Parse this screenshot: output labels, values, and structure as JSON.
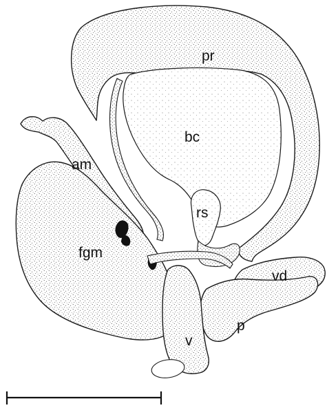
{
  "labels": {
    "pr": "pr",
    "bc": "bc",
    "am": "am",
    "rs": "rs",
    "fgm": "fgm",
    "vd": "vd",
    "p": "p",
    "v": "v"
  },
  "colors": {
    "ink": "#1a1a1a",
    "background": "#ffffff"
  }
}
